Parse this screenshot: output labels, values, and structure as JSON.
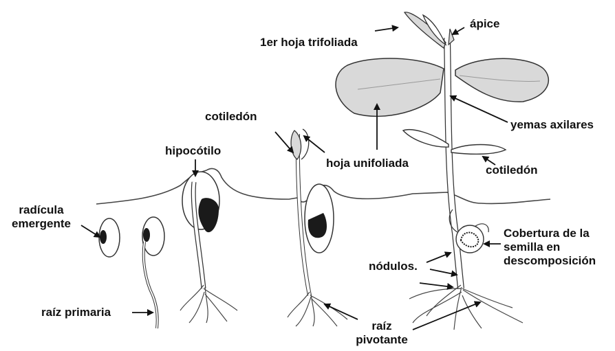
{
  "labels": {
    "radicula_emergente": [
      "radícula",
      "emergente"
    ],
    "raiz_primaria": "raíz primaria",
    "hipocotilo": "hipocótilo",
    "cotiledon_top": "cotiledón",
    "hoja_unifoliada": "hoja unifoliada",
    "primer_hoja_trifoliada": "1er hoja trifoliada",
    "apice": "ápice",
    "yemas_axilares": "yemas axilares",
    "cotiledon_right": "cotiledón",
    "cobertura": [
      "Cobertura de la",
      "semilla en",
      "descomposición"
    ],
    "nodulos": "nódulos.",
    "raiz_pivotante": [
      "raíz",
      "pivotante"
    ]
  },
  "colors": {
    "ink": "#111111",
    "outline": "#333333",
    "leaf_fill": "#d9d9d9",
    "seed_fill": "#ffffff",
    "dark_tissue": "#1a1a1a"
  },
  "icons": [
    "seed-icon",
    "seedling-icon",
    "leaf-icon",
    "root-icon",
    "arrow-icon"
  ]
}
